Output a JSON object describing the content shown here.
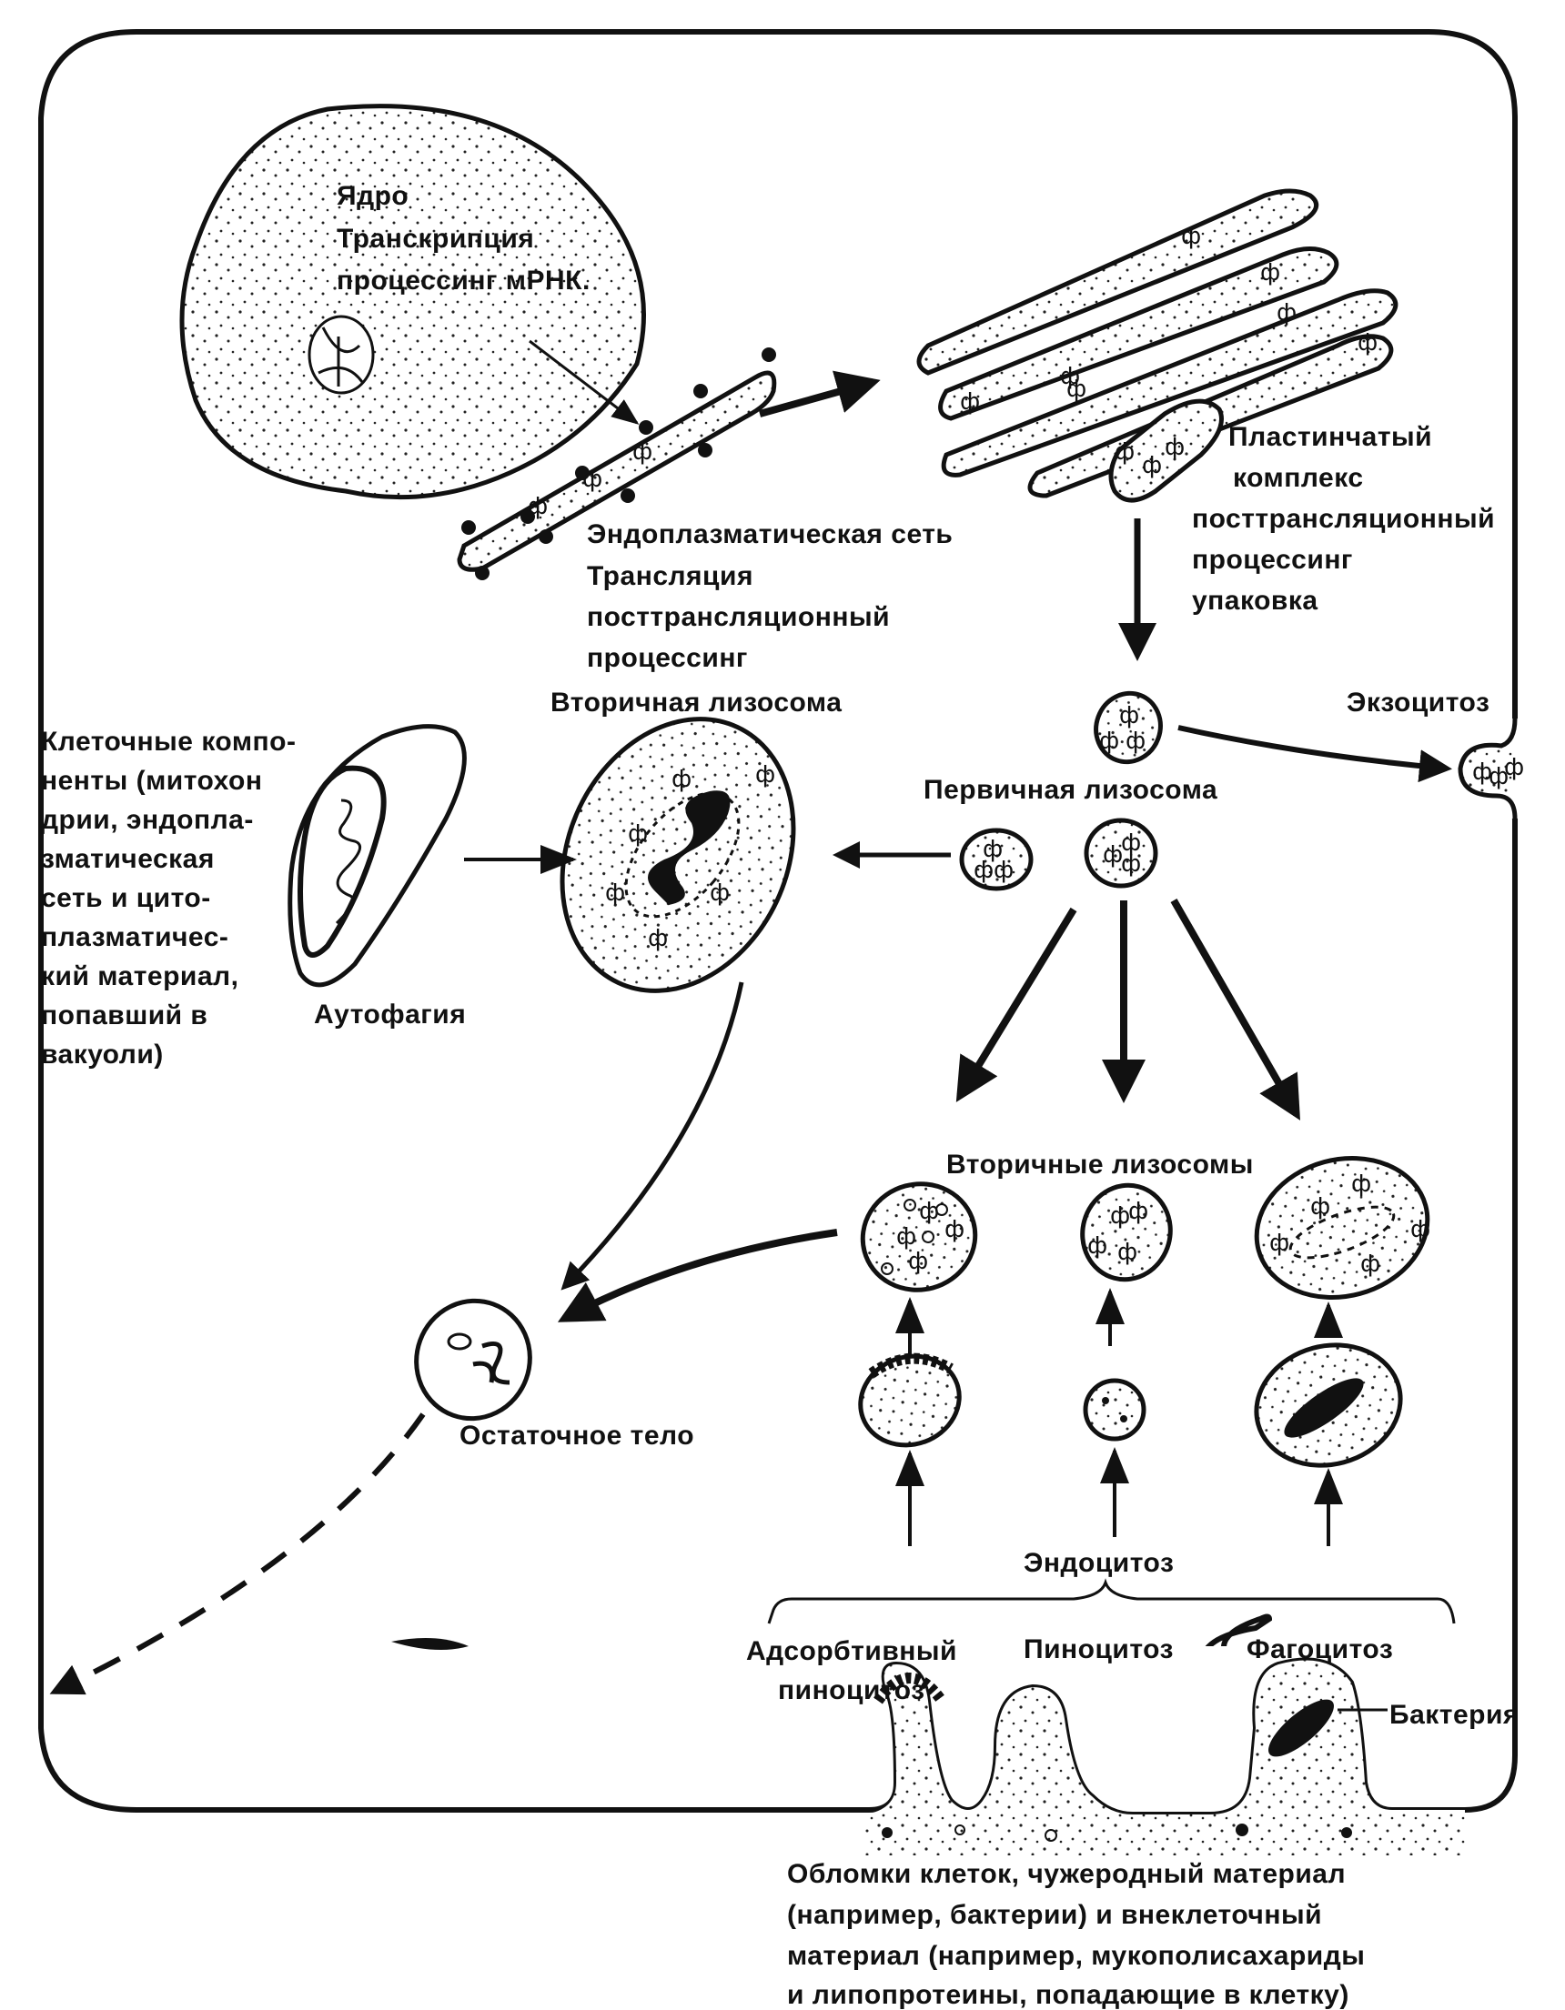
{
  "labels": {
    "nucleus": [
      "Ядро",
      "Транскрипция",
      "процессинг мРНК."
    ],
    "er": [
      "Эндоплазматическая сеть",
      "Трансляция",
      "посттрансляционный",
      "процессинг"
    ],
    "golgi": [
      "Пластинчатый",
      "комплекс",
      "посттрансляционный",
      "процессинг",
      "упаковка"
    ],
    "exocytosis": "Экзоцитоз",
    "secondary_lysosome": "Вторичная лизосома",
    "primary_lysosome": "Первичная лизосома",
    "cell_components": [
      "Клеточные компо-",
      "ненты (митохон",
      "дрии, эндопла-",
      "зматическая",
      "сеть и цито-",
      "плазматичес-",
      "кий материал,",
      "попавший в",
      "вакуоли)"
    ],
    "autophagy": "Аутофагия",
    "secondary_lysosomes": "Вторичные лизосомы",
    "residual_body": "Остаточное тело",
    "endocytosis": "Эндоцитоз",
    "adsorptive_pinocytosis": [
      "Адсорбтивный",
      "пиноцитоз"
    ],
    "pinocytosis": "Пиноцитоз",
    "phagocytosis": "Фагоцитоз",
    "bacterium": "Бактерия",
    "debris": [
      "Обломки клеток, чужеродный материал",
      "(например, бактерии) и внеклеточный",
      "материал (например, мукополисахариды",
      "и липопротеины, попадающие в клетку)"
    ]
  },
  "enzyme_symbol": "ф"
}
